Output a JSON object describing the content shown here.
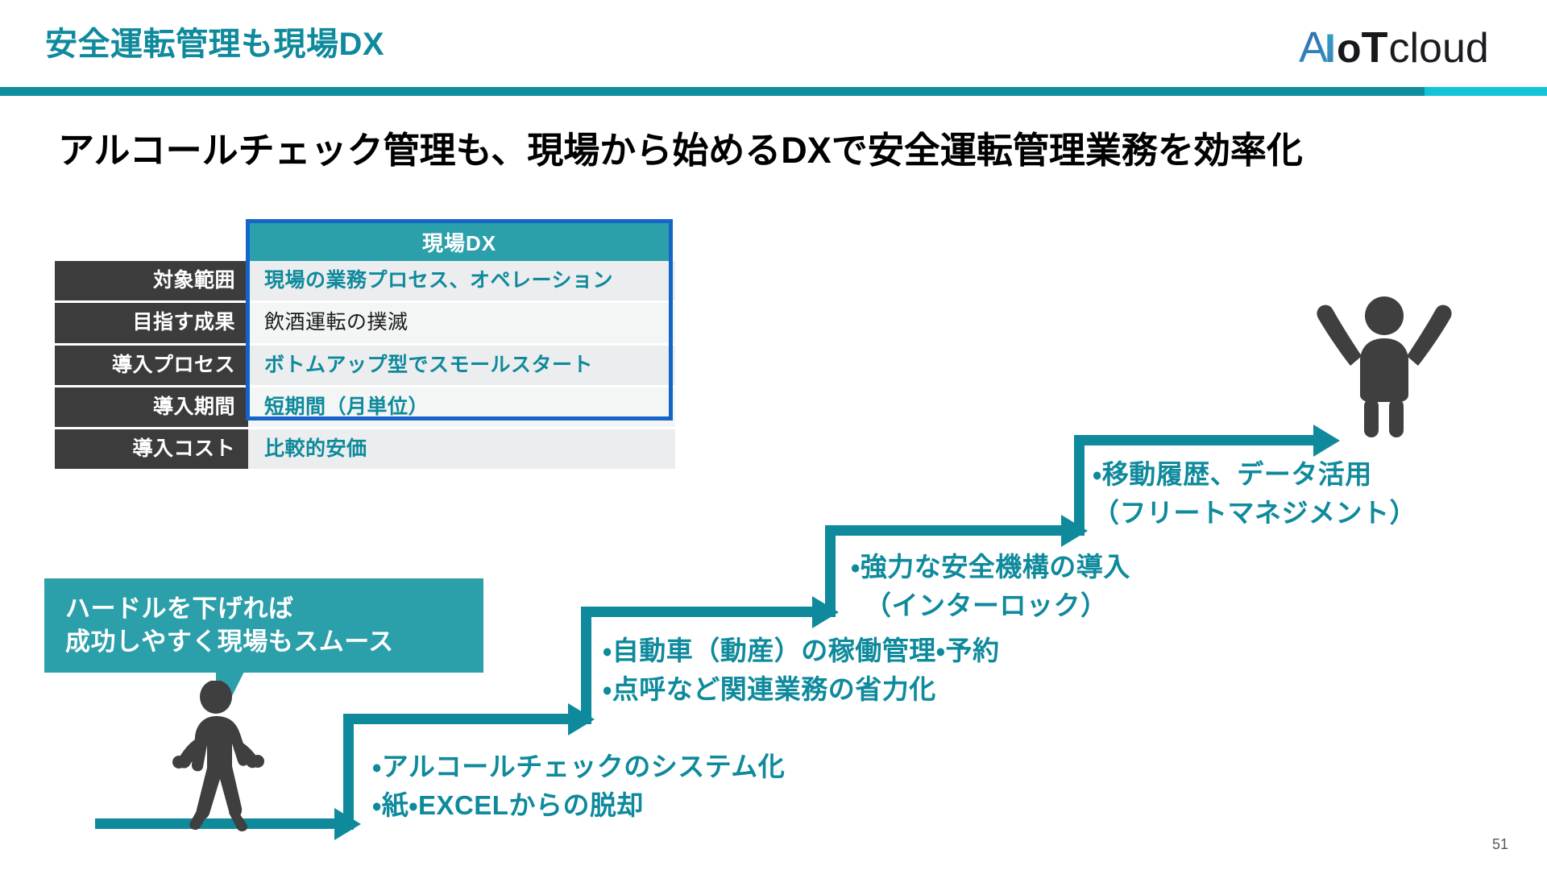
{
  "header": {
    "title": "安全運転管理も現場DX",
    "logo": {
      "a": "A",
      "i": "I",
      "o": "o",
      "t": "T",
      "cloud": "cloud",
      "full": "AIoTcloud"
    },
    "rule_color": "#0E8F9D",
    "rule_accent_color": "#12C4D8"
  },
  "subtitle": "アルコールチェック管理も、現場から始めるDXで安全運転管理業務を効率化",
  "table": {
    "column_header": "現場DX",
    "header_bg": "#2CA0AA",
    "frame_color": "#1565C8",
    "label_bg": "#3C3C3C",
    "rows": [
      {
        "label": "対象範囲",
        "value": "現場の業務プロセス、オペレーション",
        "value_color": "#0E8A9C"
      },
      {
        "label": "目指す成果",
        "value": "飲酒運転の撲滅",
        "value_color": "#1A1A1A"
      },
      {
        "label": "導入プロセス",
        "value": "ボトムアップ型でスモールスタート",
        "value_color": "#0E8A9C"
      },
      {
        "label": "導入期間",
        "value": "短期間（月単位）",
        "value_color": "#0E8A9C"
      },
      {
        "label": "導入コスト",
        "value": "比較的安価",
        "value_color": "#0E8A9C"
      }
    ]
  },
  "callout": {
    "line1": "ハードルを下げれば",
    "line2": "成功しやすく現場もスムース",
    "bg_color": "#2CA0AA"
  },
  "steps": [
    {
      "id": "step-1",
      "line1": "・アルコールチェックのシステム化",
      "line2": "・紙・EXCELからの脱却"
    },
    {
      "id": "step-2",
      "line1": "・自動車（動産）の稼働管理・予約",
      "line2": "・点呼など関連業務の省力化"
    },
    {
      "id": "step-3",
      "line1": "・強力な安全機構の導入",
      "line2": "　（インターロック）"
    },
    {
      "id": "step-4",
      "line1": "・移動履歴、データ活用",
      "line2": "（フリートマネジメント）"
    }
  ],
  "icons": {
    "walking_person": "walking-person-icon",
    "celebrating_person": "celebrating-person-icon",
    "arrow": "arrow-right-icon"
  },
  "arrow_color": "#0E8A9C",
  "page_number": "51"
}
